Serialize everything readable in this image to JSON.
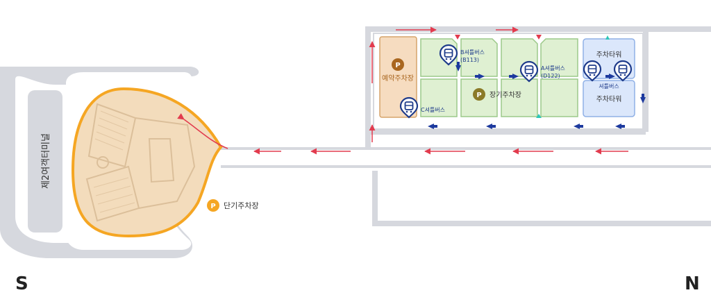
{
  "terminal": {
    "name": "제2여객터미널"
  },
  "short_term_parking": {
    "badge": "P",
    "label": "단기주차장"
  },
  "reserved_parking": {
    "badge": "P",
    "label": "예약주차장"
  },
  "long_term_parking": {
    "badge": "P",
    "label": "장기주차장"
  },
  "parking_tower": {
    "upper_label": "주차타워",
    "lower_label": "주차타워"
  },
  "shuttle_stops": {
    "b": {
      "line1": "B셔틀버스",
      "line2": "(B113)"
    },
    "a": {
      "line1": "A셔틀버스",
      "line2": "(D122)"
    },
    "c": {
      "line1": "C셔틀버스"
    },
    "tower": {
      "line1": "셔틀버스"
    }
  },
  "compass": {
    "south": "S",
    "north": "N"
  },
  "colors": {
    "road": "#d6d8de",
    "terminal_fill": "#f3dcbc",
    "terminal_outline": "#f5a623",
    "short_term_badge": "#f5a623",
    "reserved_fill": "#f6dcc0",
    "reserved_badge": "#a9661f",
    "long_term_fill": "#dff0d2",
    "long_term_badge": "#8b7a28",
    "tower_fill": "#dbe7fb",
    "bus_icon": "#1d3a8a",
    "flow_arrow_red": "#e23b4e",
    "flow_arrow_blue": "#1d3a9e",
    "entry_marker_teal": "#2ec7b8"
  }
}
